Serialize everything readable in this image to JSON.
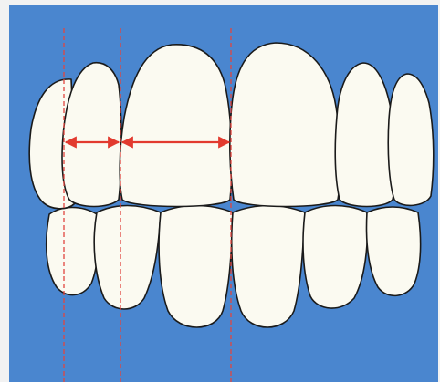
{
  "diagram": {
    "background_color": "#4a86cf",
    "tooth_fill_color": "#fbfaf1",
    "tooth_outline_color": "#1a1a1a",
    "guide_line_color": "#e0453f",
    "arrow_color": "#e23a2f",
    "guide_line_style": "dashed",
    "teeth": {
      "upper": [
        "upper-right-canine",
        "upper-right-lateral-incisor",
        "upper-right-central-incisor",
        "upper-left-central-incisor",
        "upper-left-lateral-incisor",
        "upper-left-canine"
      ],
      "lower": [
        "lower-right-canine",
        "lower-right-lateral-incisor",
        "lower-right-central-incisor",
        "lower-left-central-incisor",
        "lower-left-lateral-incisor",
        "lower-left-canine"
      ]
    },
    "arrows": [
      "lateral-incisor-width-arrow",
      "central-incisor-width-arrow"
    ]
  }
}
